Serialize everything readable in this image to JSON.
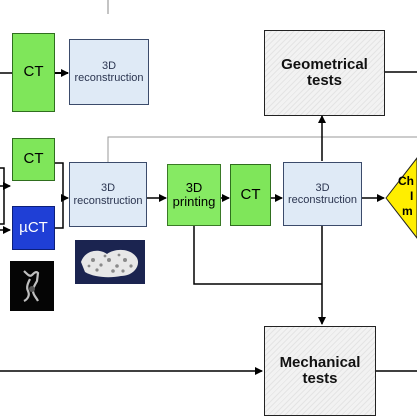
{
  "nodes": {
    "ct_top": "CT",
    "recon_top": "3D reconstruction",
    "ct_mid": "CT",
    "uct": "µCT",
    "recon_mid": "3D reconstruction",
    "printing": "3D printing",
    "ct_right": "CT",
    "recon_right": "3D reconstruction",
    "geometrical": "Geometrical tests",
    "mechanical": "Mechanical tests",
    "diamond_l1": "Ch",
    "diamond_l2": "I",
    "diamond_l3": "m"
  },
  "colors": {
    "green": "#7fe65a",
    "light_blue": "#dfeaf6",
    "dark_blue": "#1f3fd6",
    "yellow": "#ffee00",
    "grey_hatch": "#f2f2f2"
  }
}
